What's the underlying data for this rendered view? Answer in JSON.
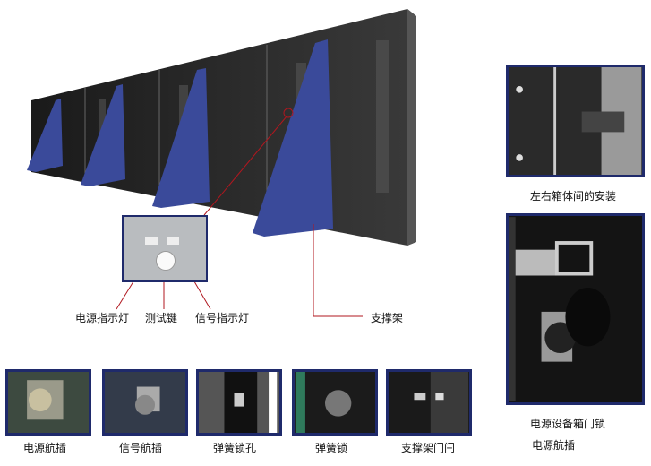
{
  "callouts": {
    "power_indicator": "电源指示灯",
    "test_key": "测试键",
    "signal_indicator": "信号指示灯",
    "support_frame": "支撑架"
  },
  "bottom_photos": [
    {
      "label": "电源航插"
    },
    {
      "label": "信号航插"
    },
    {
      "label": "弹簧锁孔"
    },
    {
      "label": "弹簧锁"
    },
    {
      "label": "支撑架门闩"
    }
  ],
  "side_photos": {
    "top_label": "左右箱体间的安装",
    "bottom_label_1": "电源设备箱门锁",
    "bottom_label_2": "电源航插"
  },
  "colors": {
    "frame": "#1f2a6b",
    "callout_line": "#b0171f",
    "support": "#3a4a9a"
  }
}
